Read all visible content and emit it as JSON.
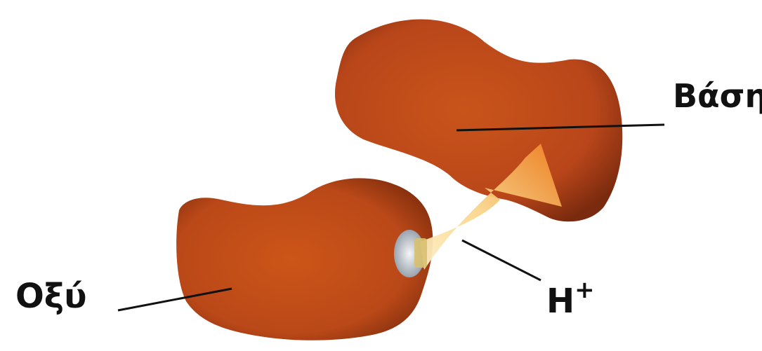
{
  "labels": {
    "base": "Βάση",
    "acid": "Οξύ",
    "proton": "H",
    "proton_charge": "+"
  },
  "colors": {
    "molecule": "#c44e15",
    "molecule_dark": "#8a2e0a",
    "arrow": "#f08a2c",
    "arrow_light": "#fbe3a8",
    "background": "#ffffff",
    "text": "#111111"
  }
}
